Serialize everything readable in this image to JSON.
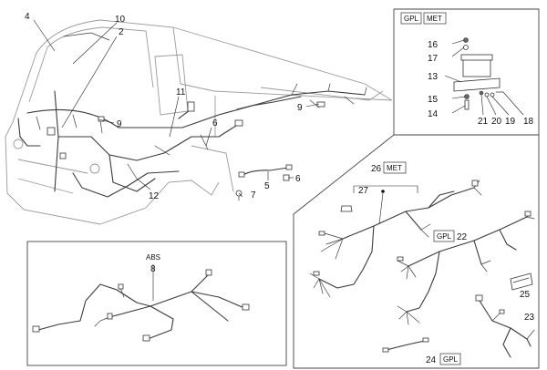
{
  "callouts": {
    "c1": "4",
    "c2": "10",
    "c3": "2",
    "c4": "11",
    "c5": "9",
    "c6": "9",
    "c7": "6",
    "c8": "12",
    "c9": "5",
    "c10": "6",
    "c11": "7",
    "c12": "16",
    "c13": "17",
    "c14": "13",
    "c15": "15",
    "c16": "14",
    "c17": "21",
    "c18": "20",
    "c19": "19",
    "c20": "18",
    "c21": "26",
    "c22": "27",
    "c23": "22",
    "c24": "25",
    "c25": "23",
    "c26": "24",
    "c27": "8"
  },
  "tags": {
    "gpl_top": "GPL",
    "met_top": "MET",
    "met_26": "MET",
    "gpl_22": "GPL",
    "gpl_24": "GPL",
    "abs": "ABS"
  }
}
